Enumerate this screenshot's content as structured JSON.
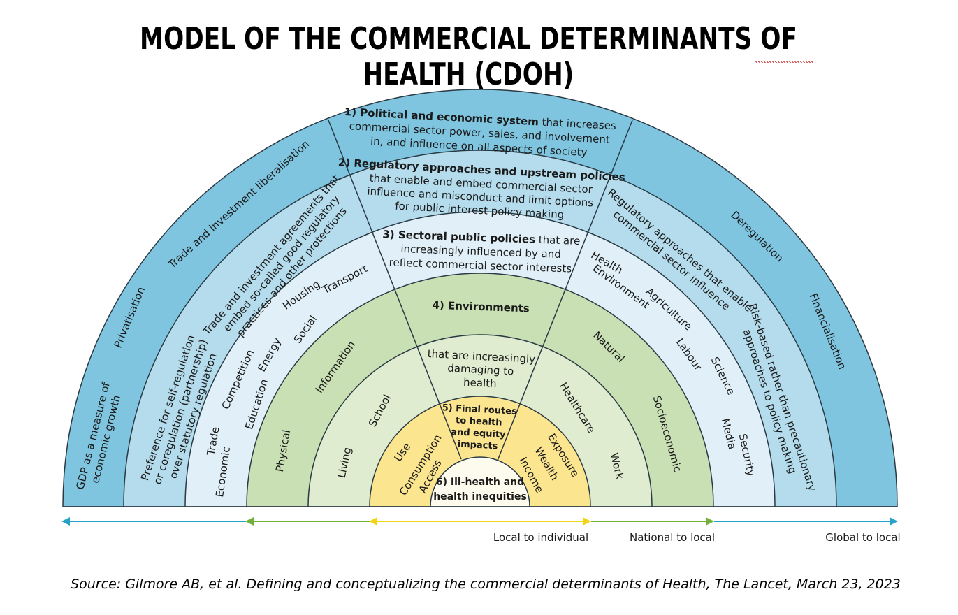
{
  "title": "MODEL OF THE COMMERCIAL DETERMINANTS OF HEALTH (CDOH)",
  "source": "Source: Gilmore AB, et al. Defining and conceptualizing the commercial determinants of Health, The Lancet, March 23, 2023",
  "colors": {
    "ring1": "#7fc5e0",
    "ring2": "#b4dcec",
    "ring3": "#e1f0f8",
    "ring4": "#c9e0b4",
    "ring4_inner": "#dfecd0",
    "ring5": "#fbe58f",
    "core": "#fdfbee",
    "arrow_blue": "#27a2c7",
    "arrow_green": "#6fb13a",
    "arrow_yellow": "#f1d416"
  },
  "rings": {
    "r1": {
      "title": "1) Political and economic system",
      "line1_rest": " that increases",
      "line2": "commercial sector power, sales, and involvement",
      "line3": "in, and influence on all aspects of society"
    },
    "r2": {
      "title": "2) Regulatory approaches and upstream policies",
      "line2": "that enable and embed commercial sector",
      "line3": "influence and misconduct and limit options",
      "line4": "for public interest policy making"
    },
    "r3": {
      "title": "3) Sectoral public policies",
      "line1_rest": " that are",
      "line2": "increasingly influenced by and",
      "line3": "reflect commercial sector interests"
    },
    "r4": {
      "title": "4) Environments",
      "sub1": "that are increasingly",
      "sub2": "damaging to",
      "sub3": "health"
    },
    "r5": {
      "line1": "5) Final routes",
      "line2": "to health",
      "line3": "and equity",
      "line4": "impacts"
    },
    "r6": {
      "line1": "6) Ill-health and",
      "line2": "health inequities"
    }
  },
  "ring1_labels": {
    "gdp1": "GDP as a measure of",
    "gdp2": "economic growth",
    "privatisation": "Privatisation",
    "trade_liberalisation": "Trade and investment liberalisation",
    "deregulation": "Deregulation",
    "financialisation": "Financialisation"
  },
  "ring2_labels": {
    "pref1": "Preference for self-regulation",
    "pref2": "or coregulation (partnership)",
    "pref3": "over statutory regulation",
    "trade1": "Trade and investment agreements that",
    "trade2": "embed so-called good regulatory",
    "trade3": "practices and other protections",
    "reg1": "Regulatory approaches that enable",
    "reg2": "commercial sector influence",
    "risk1": "Risk-based rather than precautionary",
    "risk2": "approaches to policy making"
  },
  "ring3_labels": {
    "trade": "Trade",
    "economic": "Economic",
    "competition": "Competition",
    "education": "Education",
    "energy": "Energy",
    "social": "Social",
    "housing": "Housing",
    "transport": "Transport",
    "health": "Health",
    "environment": "Environment",
    "agriculture": "Agriculture",
    "labour": "Labour",
    "science": "Science",
    "media": "Media",
    "security": "Security"
  },
  "ring4_labels": {
    "physical": "Physical",
    "information": "Information",
    "living": "Living",
    "school": "School",
    "healthcare": "Healthcare",
    "work": "Work",
    "natural": "Natural",
    "socioeconomic": "Socioeconomic"
  },
  "ring5_labels": {
    "use": "Use",
    "consumption": "Consumption",
    "access": "Access",
    "exposure": "Exposure",
    "wealth": "Wealth",
    "income": "Income"
  },
  "scale": {
    "local_individual": "Local to individual",
    "national_local": "National to local",
    "global_local": "Global to local"
  }
}
